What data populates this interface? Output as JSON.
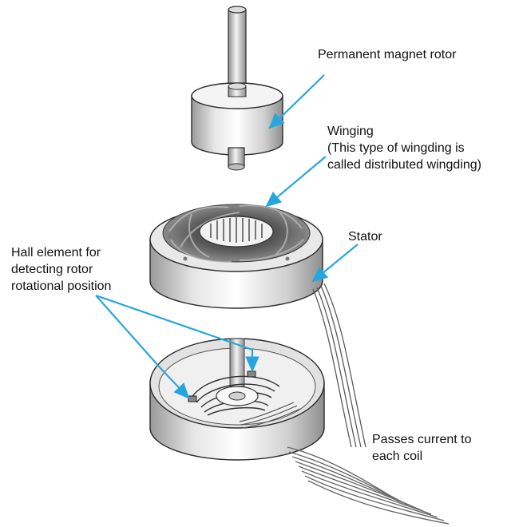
{
  "labels": {
    "rotor": "Permanent magnet rotor",
    "winging": {
      "line1": "Winging",
      "line2": "(This type of wingding is",
      "line3": "called distributed wingding)"
    },
    "stator": "Stator",
    "hall": {
      "line1": "Hall element for",
      "line2": "detecting rotor",
      "line3": "rotational position"
    },
    "current": {
      "line1": "Passes current to",
      "line2": "each coil"
    }
  },
  "colors": {
    "pointer": "#27a6dd",
    "metal_light": "#f2f2f2",
    "metal_mid": "#cfcfcf",
    "metal_dark": "#8a8a8a",
    "outline": "#2b2b2b",
    "coil": "#6a6a6a"
  }
}
